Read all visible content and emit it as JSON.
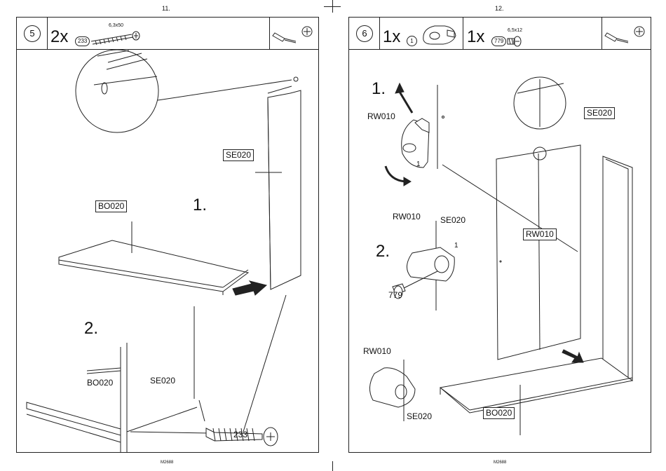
{
  "page_left": {
    "page_number": "11.",
    "footer": "M2688",
    "step": "5",
    "parts": {
      "quantity": "2x",
      "part_code": "233",
      "dimension": "6,3x50"
    },
    "labels": {
      "side_panel": "SE020",
      "shelf": "BO020",
      "substep1": "1.",
      "substep2": "2.",
      "detail_shelf": "BO020",
      "detail_side": "SE020",
      "screw": "233"
    }
  },
  "page_right": {
    "page_number": "12.",
    "footer": "M2688",
    "step": "6",
    "parts": [
      {
        "quantity": "1x",
        "part_code": "1"
      },
      {
        "quantity": "1x",
        "part_code": "779",
        "dimension": "6,5x12"
      }
    ],
    "labels": {
      "substep1": "1.",
      "rw010_top": "RW010",
      "rotation_code": "1",
      "substep2": "2.",
      "rw010_mid": "RW010",
      "se020_mid": "SE020",
      "code_1": "1",
      "screw": "779",
      "rw010_bottom": "RW010",
      "se020_bottom": "SE020",
      "side_panel": "SE020",
      "connector": "RW010",
      "shelf": "BO020"
    }
  }
}
